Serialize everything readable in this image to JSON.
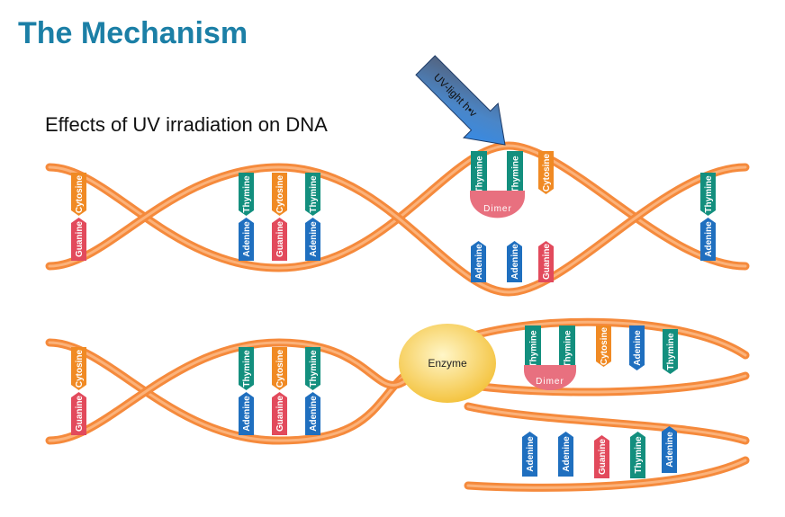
{
  "title": "The Mechanism",
  "subtitle": "Effects of UV irradiation on DNA",
  "uv_label": "UV-light h•v",
  "dimer_label": "Dimer",
  "enzyme_label": "Enzyme",
  "bases": {
    "thymine": "Thymine",
    "adenine": "Adenine",
    "cytosine": "Cytosine",
    "guanine": "Guanine"
  },
  "colors": {
    "backbone": "#f58a3c",
    "backbone_light": "#fbb27a",
    "thymine": "#138f7e",
    "adenine": "#1f6fbf",
    "cytosine": "#f08a24",
    "guanine": "#e24a5c",
    "dimer": "#e8707f",
    "enzyme": "#f7cf55",
    "uv_arrow": "#3a8ee6"
  }
}
